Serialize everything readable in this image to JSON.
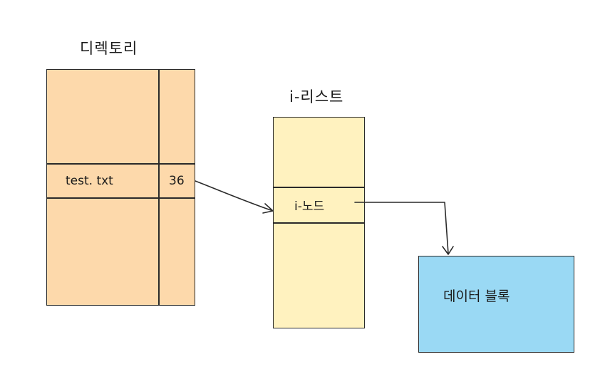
{
  "directory": {
    "title": "디렉토리",
    "entry_name": "test. txt",
    "entry_inode": "36"
  },
  "ilist": {
    "title": "i-리스트",
    "entry": "i-노드"
  },
  "datablock": {
    "label": "데이터 블록"
  },
  "colors": {
    "directory_fill": "#fdd9ab",
    "ilist_fill": "#fff2bf",
    "datablock_fill": "#9ad9f4",
    "stroke": "#2a2a2a"
  }
}
